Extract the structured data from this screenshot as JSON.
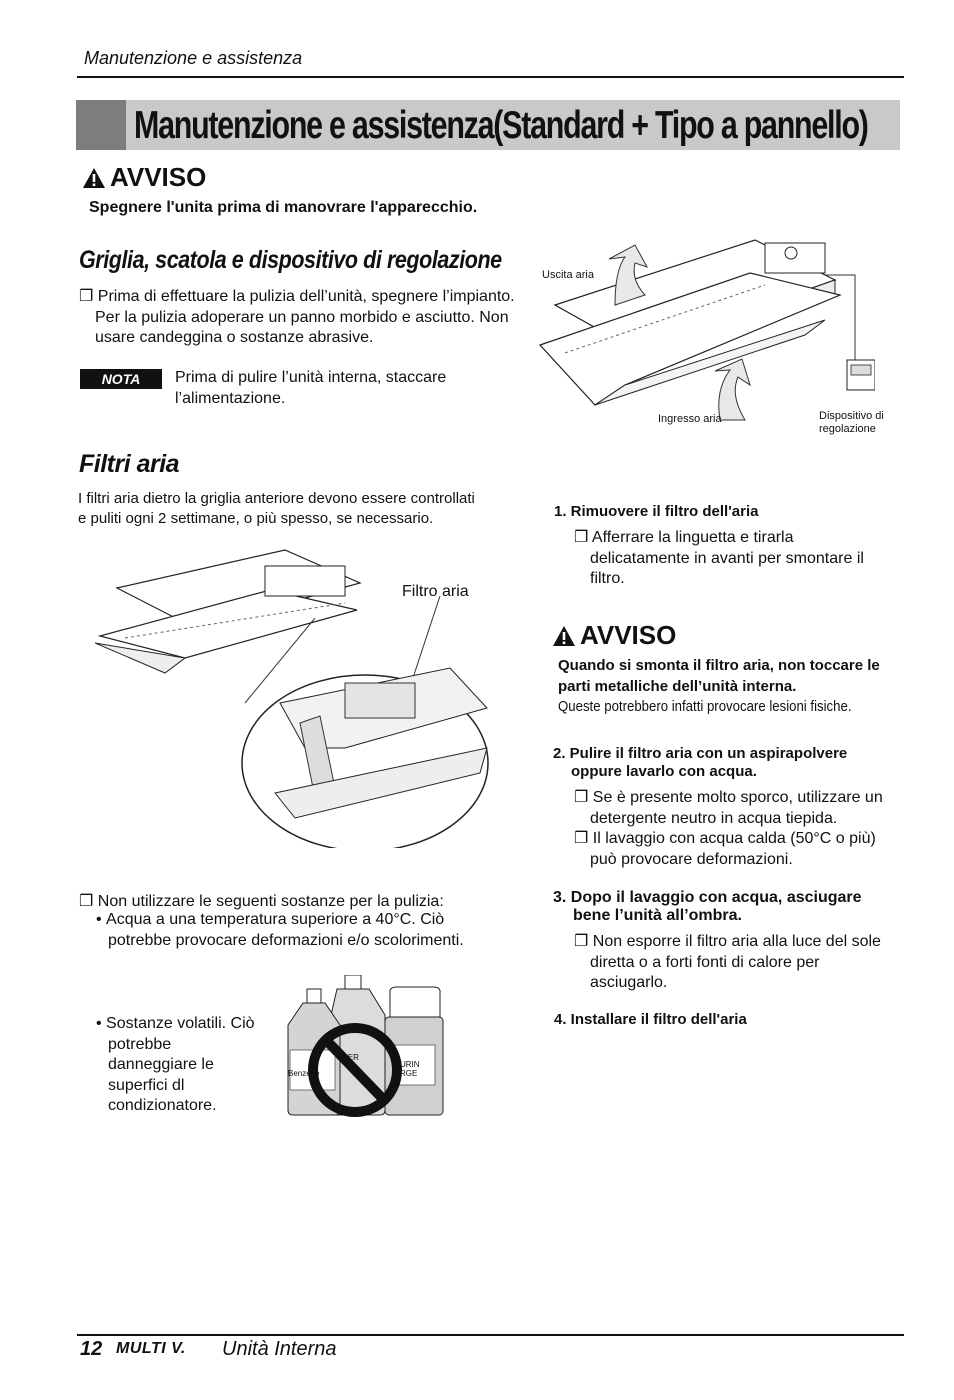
{
  "header": {
    "section": "Manutenzione e assistenza"
  },
  "title": "Manutenzione e assistenza(Standard + Tipo a pannello)",
  "warning1": {
    "label": "AVVISO",
    "text": "Spegnere l'unita prima di manovrare l'apparecchio."
  },
  "section_grid": {
    "title": "Griglia, scatola e dispositivo di regolazione",
    "bullet": "Prima di effettuare la pulizia dell’unità, spegnere l’impianto. Per la pulizia adoperare un panno morbido e asciutto. Non usare candeggina o sostanze abrasive.",
    "nota_label": "NOTA",
    "nota_text": "Prima di pulire l’unità interna, staccare l’alimentazione."
  },
  "figure_unit": {
    "label_outlet": "Uscita aria",
    "label_inlet": "Ingresso aria",
    "label_device": "Dispositivo di regolazione"
  },
  "section_filters": {
    "title": "Filtri aria",
    "intro": "I filtri aria dietro la griglia anteriore devono essere controllati e puliti ogni 2 settimane, o più spesso, se necessario.",
    "figure_label": "Filtro aria",
    "bullet_substances": "Non utilizzare le seguenti sostanze per la pulizia:",
    "sub_items": [
      "Acqua a una temperatura superiore a 40°C. Ciò potrebbe provocare deformazioni e/o scolorimenti.",
      "Sostanze volatili. Ciò potrebbe danneggiare le superfici dl condizionatore."
    ],
    "bottle_labels": [
      "Benzene",
      "DER",
      "URIN RGE"
    ]
  },
  "steps": {
    "step1_title": "1. Rimuovere il filtro dell'aria",
    "step1_bullet": "Afferrare la linguetta e tirarla delicatamente in avanti per smontare il filtro.",
    "warning2_label": "AVVISO",
    "warning2_bold": "Quando si smonta il filtro aria, non toccare le parti metalliche dell’unità interna.",
    "warning2_text": "Queste potrebbero infatti provocare lesioni fisiche.",
    "step2_title": "2. Pulire il filtro aria con un aspirapolvere oppure lavarlo con acqua.",
    "step2_bullets": [
      "Se è presente molto sporco, utilizzare un detergente neutro in acqua tiepida.",
      "Il lavaggio con acqua calda (50°C o più) può provocare deformazioni."
    ],
    "step3_title": "3. Dopo il lavaggio con acqua, asciugare bene l’unità all’ombra.",
    "step3_bullet": "Non esporre il filtro aria alla luce del sole diretta o a forti fonti di calore per asciugarlo.",
    "step4_title": "4. Installare il filtro dell'aria"
  },
  "footer": {
    "page": "12",
    "brand": "MULTI V.",
    "text": "Unità Interna"
  }
}
